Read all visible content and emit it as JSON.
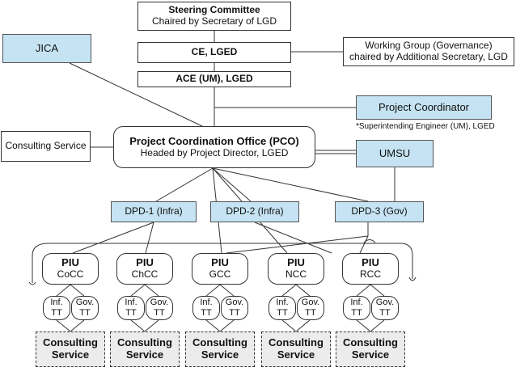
{
  "steering": {
    "title": "Steering Committee",
    "subtitle": "Chaired by Secretary of LGD"
  },
  "ce": "CE, LGED",
  "ace": "ACE (UM), LGED",
  "jica": "JICA",
  "working_group": {
    "line1": "Working Group (Governance)",
    "line2": "chaired by Additional Secretary, LGD"
  },
  "project_coordinator": {
    "label": "Project Coordinator",
    "note": "*Superintending Engineer (UM), LGED"
  },
  "consulting_service_left": "Consulting Service",
  "pco": {
    "title": "Project Coordination Office (PCO)",
    "subtitle": "Headed by Project Director, LGED"
  },
  "umsu": "UMSU",
  "dpd": [
    "DPD-1 (Infra)",
    "DPD-2 (Infra)",
    "DPD-3 (Gov)"
  ],
  "piu_label": "PIU",
  "pius": [
    "CoCC",
    "ChCC",
    "GCC",
    "NCC",
    "RCC"
  ],
  "tt": {
    "inf_line1": "Inf.",
    "gov_line1": "Gov.",
    "line2": "TT"
  },
  "consulting": {
    "line1": "Consulting",
    "line2": "Service"
  }
}
